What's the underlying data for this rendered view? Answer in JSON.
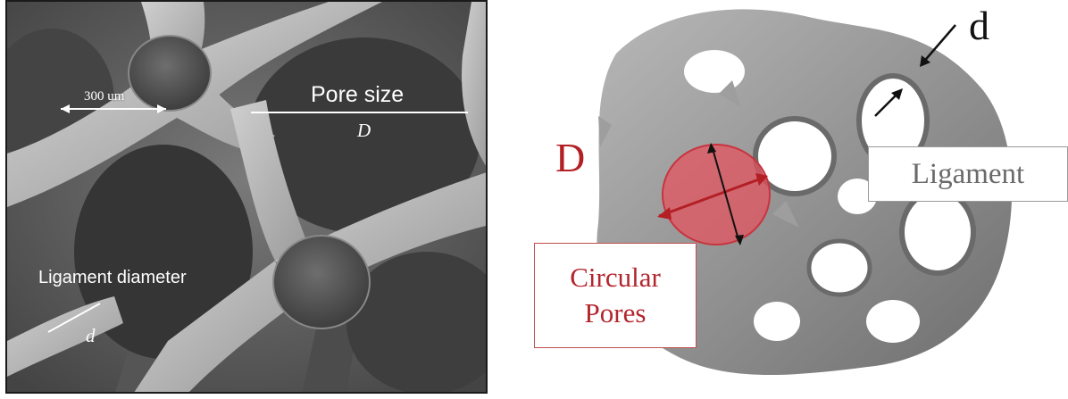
{
  "sem_image": {
    "scale_bar_label": "300 um",
    "pore_size_label": "Pore size",
    "pore_size_symbol": "D",
    "ligament_diameter_label": "Ligament diameter",
    "ligament_diameter_symbol": "d"
  },
  "model_image": {
    "pore_diameter_label": "D",
    "ligament_diameter_label": "d",
    "ligament_callout": "Ligament",
    "circular_pores_callout": [
      "Circular",
      "Pores"
    ]
  },
  "colors": {
    "pore_highlight": "#e8505b",
    "callout_red": "#b31f24",
    "ligament_grey": "#9a9a9a"
  }
}
